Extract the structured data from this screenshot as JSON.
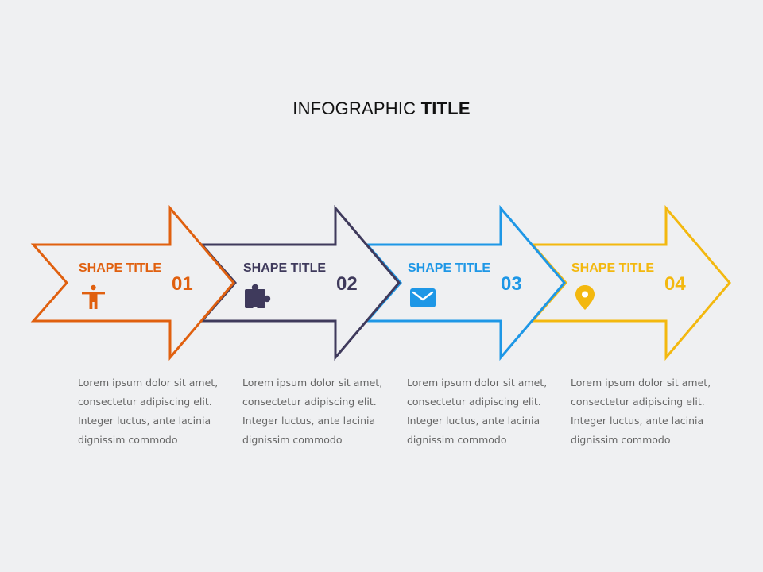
{
  "title": {
    "light": "INFOGRAPHIC",
    "bold": "TITLE"
  },
  "steps": [
    {
      "title": "SHAPE TITLE",
      "number": "01",
      "icon": "person-icon",
      "color": "#e0600f",
      "desc": "Lorem ipsum dolor sit amet,\nconsectetur  adipiscing elit.\nInteger luctus,  ante lacinia\ndignissim commodo"
    },
    {
      "title": "SHAPE TITLE",
      "number": "02",
      "icon": "puzzle-icon",
      "color": "#3f3a5c",
      "desc": "Lorem ipsum dolor sit amet,\nconsectetur  adipiscing elit.\nInteger luctus,  ante lacinia\ndignissim commodo"
    },
    {
      "title": "SHAPE TITLE",
      "number": "03",
      "icon": "envelope-icon",
      "color": "#1e97e6",
      "desc": "Lorem ipsum dolor sit amet,\nconsectetur  adipiscing elit.\nInteger luctus,  ante lacinia\ndignissim commodo"
    },
    {
      "title": "SHAPE TITLE",
      "number": "04",
      "icon": "map-pin-icon",
      "color": "#f3b80f",
      "desc": "Lorem ipsum dolor sit amet,\nconsectetur  adipiscing elit.\nInteger luctus,  ante lacinia\ndignissim commodo"
    }
  ]
}
